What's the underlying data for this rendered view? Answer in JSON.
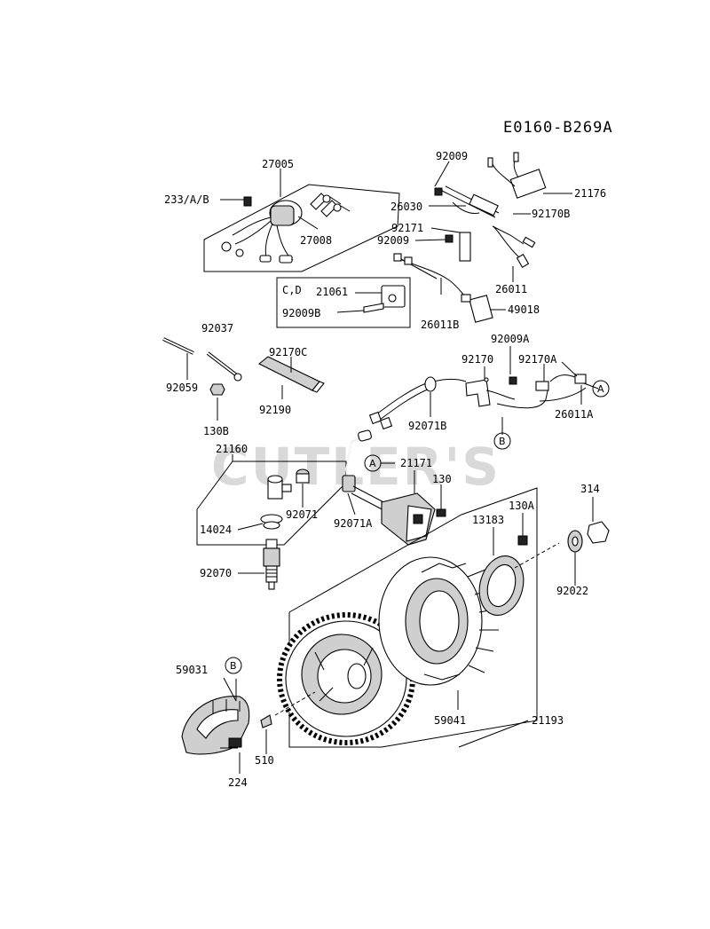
{
  "title": "E0160-B269A",
  "watermark": "CUTLER'S",
  "labels": {
    "p27005": "27005",
    "p233": "233/A/B",
    "p27008": "27008",
    "p92009_top": "92009",
    "p21176": "21176",
    "p26030": "26030",
    "p92170B": "92170B",
    "p92171": "92171",
    "p92009_mid": "92009",
    "p26011": "26011",
    "p21061": "21061",
    "pCD": "C,D",
    "p92009B": "92009B",
    "p26011B": "26011B",
    "p49018": "49018",
    "p92037": "92037",
    "p92170C": "92170C",
    "p92059": "92059",
    "p92190": "92190",
    "p130B": "130B",
    "p92009A": "92009A",
    "p92170": "92170",
    "p92170A": "92170A",
    "p26011A": "26011A",
    "p92071B": "92071B",
    "p21160": "21160",
    "p21171": "21171",
    "p130": "130",
    "p92071": "92071",
    "p92071A": "92071A",
    "p14024": "14024",
    "p92070": "92070",
    "p130A": "130A",
    "p13183": "13183",
    "p314": "314",
    "p92022": "92022",
    "p59031": "59031",
    "p59041": "59041",
    "p21193": "21193",
    "p510": "510",
    "p224": "224"
  },
  "callouts": {
    "a1": "A",
    "a2": "A",
    "b1": "B",
    "b2": "B"
  }
}
